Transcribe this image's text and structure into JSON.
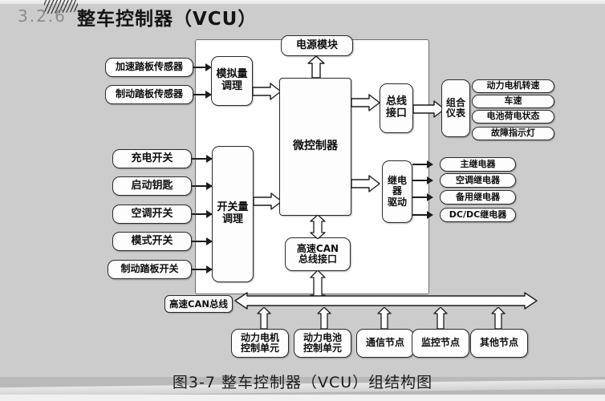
{
  "header": {
    "section_number": "3.2.6",
    "title": "整车控制器（VCU）"
  },
  "caption": "图3-7  整车控制器（VCU）组结构图",
  "diagram": {
    "analog_inputs": [
      {
        "label": "加速踏板传感器"
      },
      {
        "label": "制动踏板传感器"
      }
    ],
    "switch_inputs": [
      {
        "label": "充电开关"
      },
      {
        "label": "启动钥匙"
      },
      {
        "label": "空调开关"
      },
      {
        "label": "模式开关"
      },
      {
        "label": "制动踏板开关"
      }
    ],
    "conditioning": {
      "analog": "模拟量\n调理",
      "analog_line1": "模拟量",
      "analog_line2": "调理",
      "switch_line1": "开关量",
      "switch_line2": "调理"
    },
    "core": {
      "power_module": "电源模块",
      "mcu": "微控制器",
      "bus_interface_line1": "总线",
      "bus_interface_line2": "接口",
      "relay_driver_line1": "继电",
      "relay_driver_line2": "器",
      "relay_driver_line3": "驱动",
      "can_interface_line1": "高速CAN",
      "can_interface_line2": "总线接口"
    },
    "instrument": {
      "cluster_line1": "组合",
      "cluster_line2": "仪表",
      "items": [
        {
          "label": "动力电机转速"
        },
        {
          "label": "车速"
        },
        {
          "label": "电池荷电状态"
        },
        {
          "label": "故障指示灯"
        }
      ]
    },
    "relays": [
      {
        "label": "主继电器"
      },
      {
        "label": "空调继电器"
      },
      {
        "label": "备用继电器"
      },
      {
        "label": "DC/DC继电器"
      }
    ],
    "can_bus_label": "高速CAN总线",
    "can_nodes": [
      {
        "line1": "动力电机",
        "line2": "控制单元"
      },
      {
        "line1": "动力电池",
        "line2": "控制单元"
      },
      {
        "line1": "通信节点",
        "line2": ""
      },
      {
        "line1": "监控节点",
        "line2": ""
      },
      {
        "line1": "其他节点",
        "line2": ""
      }
    ]
  },
  "colors": {
    "background": "#cccccc",
    "vcu_panel": "#ffffff",
    "box_fill": "#fdfdfd",
    "stroke": "#2a2a2a",
    "bottom_band": "#b9b9b9"
  }
}
